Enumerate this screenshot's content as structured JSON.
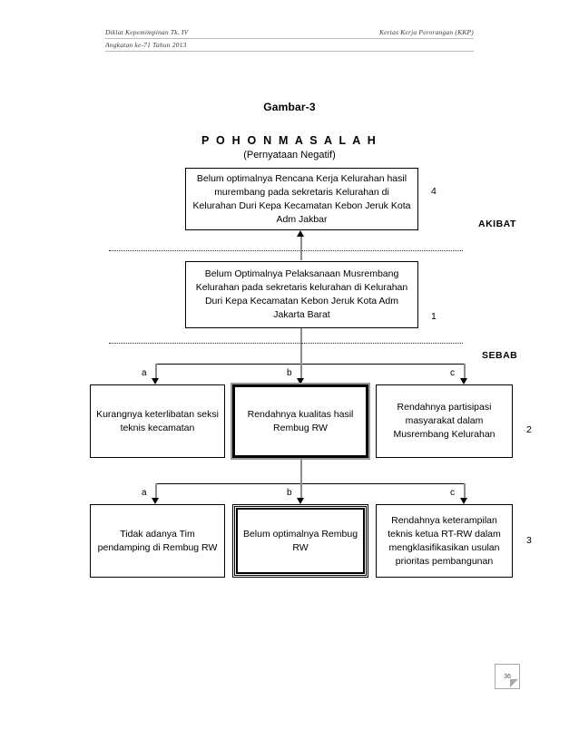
{
  "header": {
    "left_line1": "Diklat Kepemimpinan Tk. IV",
    "left_line2": "Angkatan ke-71 Tahun 2013",
    "right_line1": "Kertas Kerja Perorangan (KKP)"
  },
  "titles": {
    "figure": "Gambar-3",
    "tree": "P O H O N   M A S A L A H",
    "subtitle": "(Pernyataan Negatif)"
  },
  "side_labels": {
    "akibat": "AKIBAT",
    "sebab": "SEBAB"
  },
  "branch_letters": {
    "a": "a",
    "b": "b",
    "c": "c"
  },
  "level_numbers": {
    "level4": "4",
    "level1": "1",
    "level2": "2",
    "level3": "3"
  },
  "boxes": {
    "effect": {
      "text": "Belum optimalnya Rencana Kerja Kelurahan hasil murembang pada sekretaris Kelurahan di Kelurahan Duri Kepa Kecamatan Kebon Jeruk Kota Adm Jakbar"
    },
    "core": {
      "text": "Belum Optimalnya Pelaksanaan Musrembang Kelurahan  pada sekretaris kelurahan di Kelurahan Duri Kepa Kecamatan Kebon Jeruk Kota Adm Jakarta Barat"
    },
    "row2_a": {
      "text": "Kurangnya keterlibatan seksi teknis kecamatan"
    },
    "row2_b": {
      "text": "Rendahnya kualitas hasil Rembug RW"
    },
    "row2_c": {
      "text": "Rendahnya partisipasi masyarakat dalam Musrembang Kelurahan"
    },
    "row3_a": {
      "text": "Tidak adanya Tim pendamping di Rembug RW"
    },
    "row3_b": {
      "text": "Belum optimalnya Rembug RW"
    },
    "row3_c": {
      "text": "Rendahnya keterampilan teknis ketua RT-RW dalam mengklasifikasikan usulan  prioritas pembangunan"
    }
  },
  "footer": {
    "page_number": "36"
  },
  "colors": {
    "ink": "#000000",
    "connector_gray": "#8c8c8c",
    "header_gray": "#3a3a3a",
    "rule_gray": "#b9b9b9"
  }
}
